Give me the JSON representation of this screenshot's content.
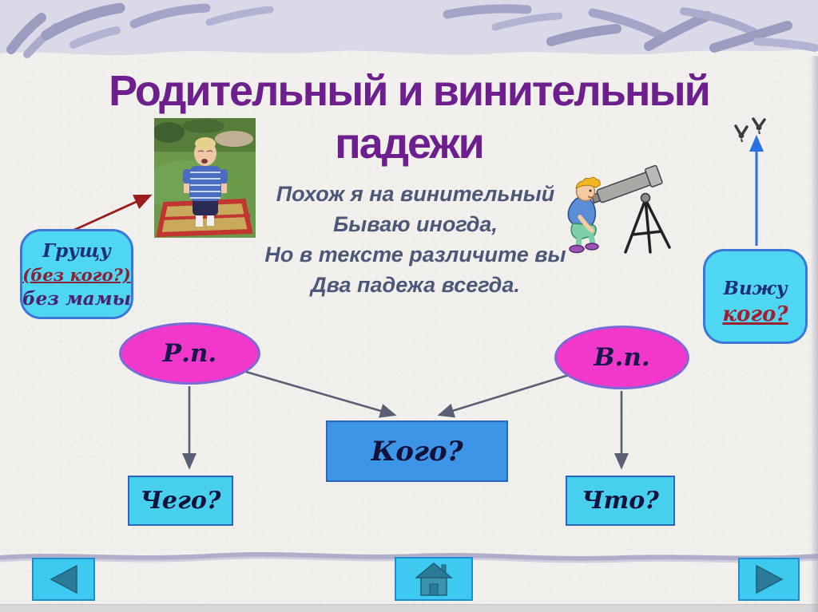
{
  "slide": {
    "title": {
      "line1": "Родительный и винительный",
      "line2": "падежи"
    },
    "poem": {
      "line1": "Похож я на винительный",
      "line2": "Бываю иногда,",
      "line3": "Но в тексте различите вы",
      "line4": "Два падежа всегда."
    },
    "left_callout": {
      "word": "Грущу",
      "question": "(без кого?)",
      "answer": "без мамы"
    },
    "right_callout": {
      "word": "Вижу",
      "question": "кого?"
    },
    "diagram": {
      "left_ellipse": "Р.п.",
      "right_ellipse": "В.п.",
      "center_box": "Кого?",
      "left_answer": "Чего?",
      "right_answer": "Что?"
    },
    "images": {
      "photo": "crying-toddler-in-red-wagon-photo",
      "clipart": "boy-looking-through-telescope",
      "birds": "two-flying-birds"
    },
    "nav": {
      "back_icon": "left-arrow-icon",
      "home_icon": "home-icon",
      "next_icon": "right-arrow-icon"
    },
    "colors": {
      "title": "#6e1f8e",
      "poem_text": "#4d5878",
      "cyan_fill": "#4fd6f2",
      "cyan_border": "#3a78d8",
      "pink_fill": "#f238cb",
      "pink_border": "#7a6ad8",
      "center_box_fill": "#3d95e8",
      "answer_box_fill": "#46d0ee",
      "arrow_gray": "#5a5f73",
      "arrow_red": "#9b1c1c",
      "arrow_blue": "#2a6ee8",
      "nav_button_fill": "#3ec9f0",
      "nav_icon": "#2a7a98",
      "top_band": "#d9d9e8"
    }
  }
}
